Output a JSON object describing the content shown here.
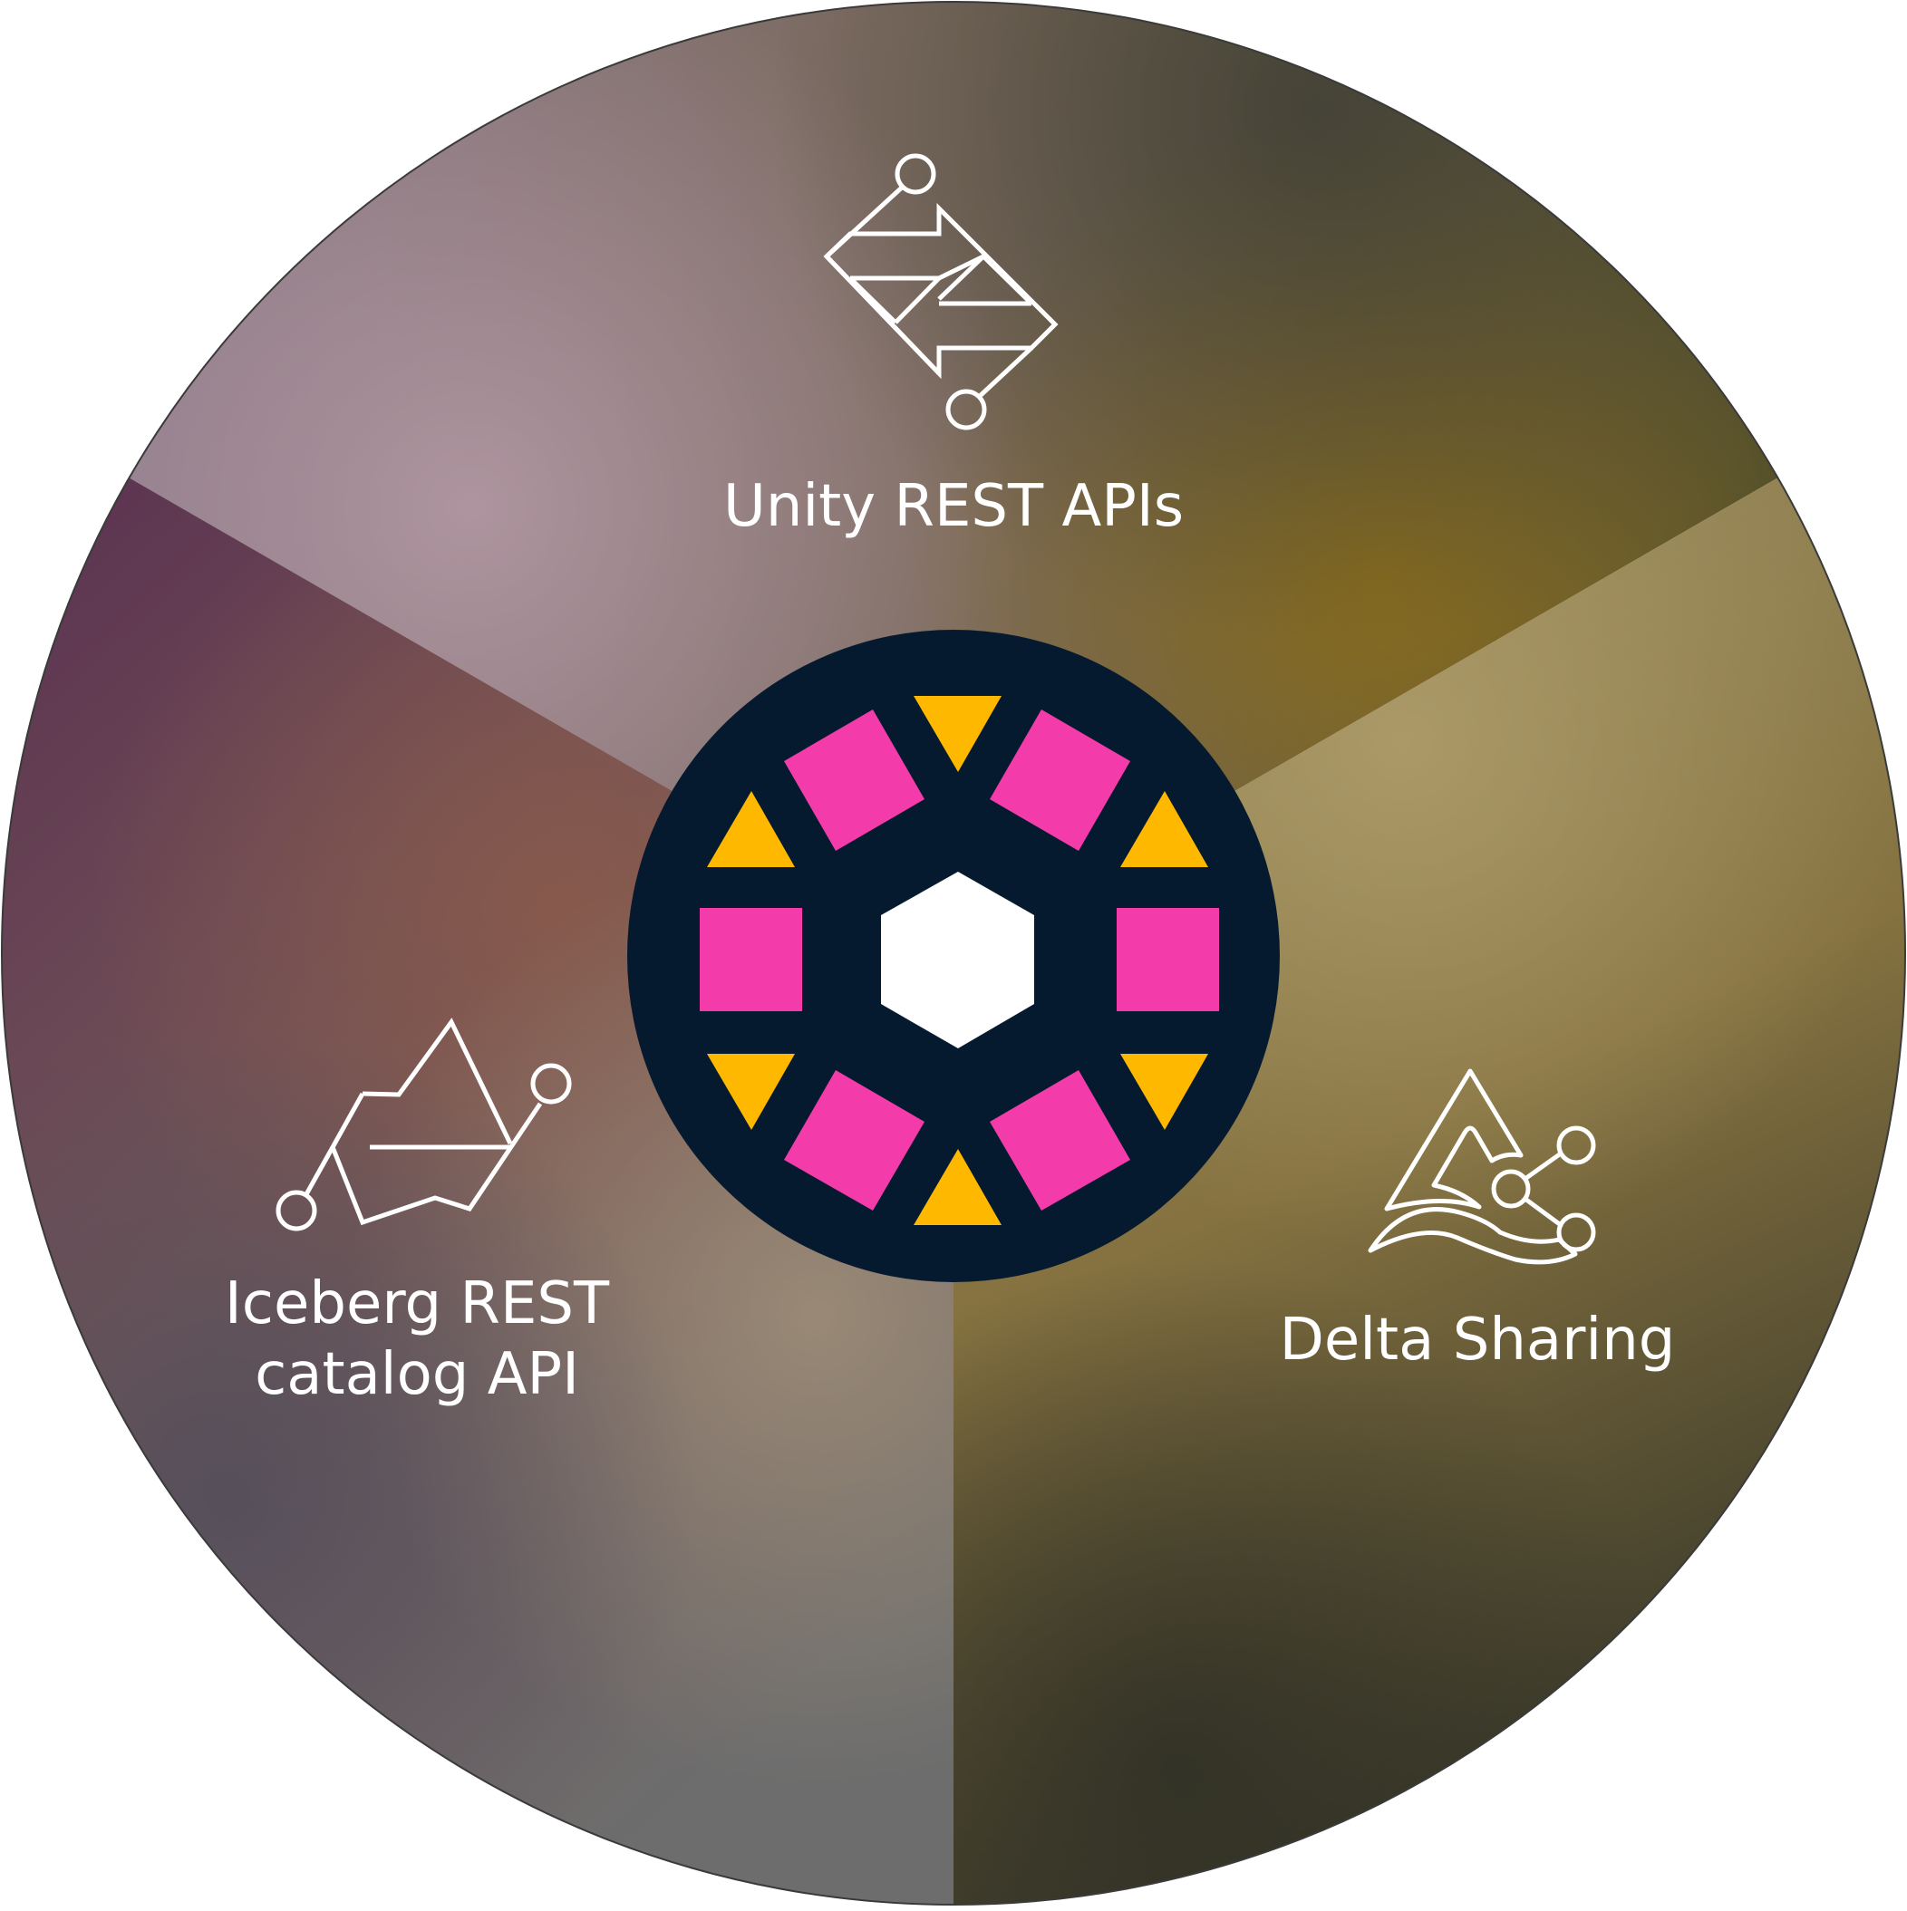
{
  "segments": [
    {
      "id": "unity",
      "label_lines": [
        "Unity REST APIs"
      ],
      "icon": "unity-api-icon"
    },
    {
      "id": "iceberg",
      "label_lines": [
        "Iceberg REST",
        "catalog API"
      ],
      "icon": "iceberg-icon"
    },
    {
      "id": "delta",
      "label_lines": [
        "Delta Sharing"
      ],
      "icon": "delta-sharing-icon"
    }
  ],
  "center": {
    "icon": "unity-catalog-logo"
  },
  "colors": {
    "logo_background": "#061a2f",
    "logo_pink": "#f33ca9",
    "logo_yellow": "#ffb800",
    "logo_hexagon": "#ffffff",
    "icon_stroke": "#ffffff",
    "top_segment": "#7f6a5a",
    "left_segment": "#6b4a52",
    "right_segment": "#8b7a45"
  }
}
